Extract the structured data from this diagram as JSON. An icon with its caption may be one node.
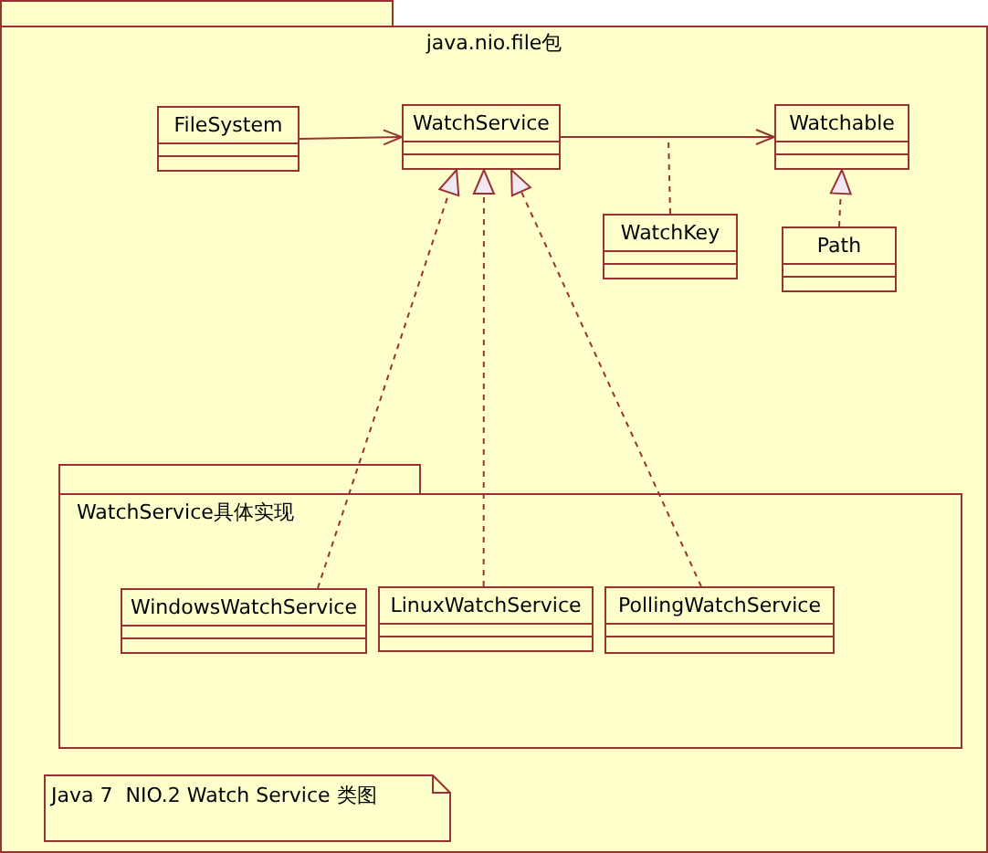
{
  "diagram": {
    "nodes": [
      {
        "text": [
          "java.nio.file包"
        ]
      },
      {
        "text": [
          "FileSystem"
        ],
        "in": 0
      },
      {
        "text": [
          "WatchService"
        ],
        "in": 0
      },
      {
        "text": [
          "Watchable"
        ],
        "in": 0
      },
      {
        "text": [
          "WatchKey"
        ],
        "in": 0
      },
      {
        "text": [
          "Path"
        ],
        "in": 0
      },
      {
        "text": [
          "WatchService具体实现"
        ],
        "in": 0
      },
      {
        "text": [
          "WindowsWatchService"
        ],
        "in": 6
      },
      {
        "text": [
          "LinuxWatchService"
        ],
        "in": 6
      },
      {
        "text": [
          "PollingWatchService"
        ],
        "in": 6
      },
      {
        "text": [
          "Java 7  NIO.2 Watch Service 类图"
        ],
        "in": 0
      }
    ],
    "edges": [
      {
        "from": 1,
        "to": 2,
        "arrow": "to"
      },
      {
        "from": 2,
        "to": 3,
        "arrow": "to"
      },
      {
        "from": 4,
        "to": null,
        "arrow": "none",
        "style": "dashed"
      },
      {
        "from": 5,
        "to": 3,
        "arrow": "to",
        "style": "dashed"
      },
      {
        "from": 7,
        "to": 2,
        "arrow": "to",
        "style": "dashed"
      },
      {
        "from": 8,
        "to": 2,
        "arrow": "to",
        "style": "dashed"
      },
      {
        "from": 9,
        "to": 2,
        "arrow": "to",
        "style": "dashed"
      }
    ]
  }
}
